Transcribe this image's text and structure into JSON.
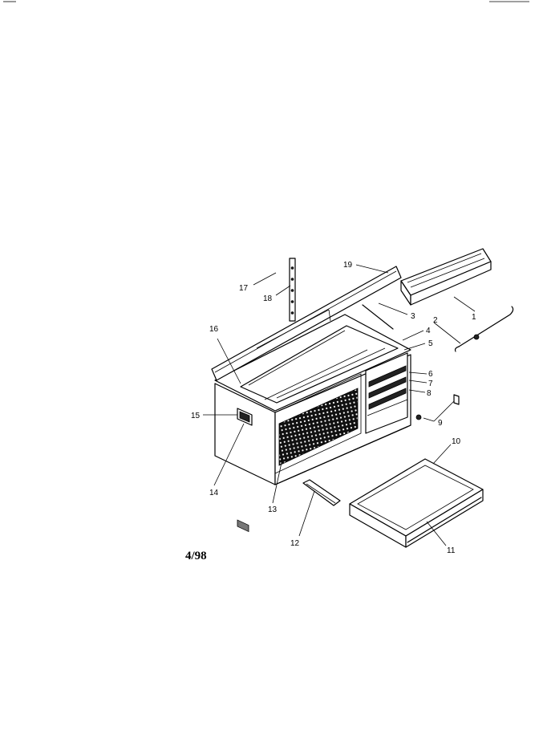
{
  "diagram": {
    "date_code": "4/98",
    "callouts": [
      {
        "id": "c1",
        "label": "1"
      },
      {
        "id": "c2",
        "label": "2"
      },
      {
        "id": "c3",
        "label": "3"
      },
      {
        "id": "c4",
        "label": "4"
      },
      {
        "id": "c5",
        "label": "5"
      },
      {
        "id": "c6",
        "label": "6"
      },
      {
        "id": "c7",
        "label": "7"
      },
      {
        "id": "c8",
        "label": "8"
      },
      {
        "id": "c9",
        "label": "9"
      },
      {
        "id": "c10",
        "label": "10"
      },
      {
        "id": "c11",
        "label": "11"
      },
      {
        "id": "c12",
        "label": "12"
      },
      {
        "id": "c13",
        "label": "13"
      },
      {
        "id": "c14",
        "label": "14"
      },
      {
        "id": "c15",
        "label": "15"
      },
      {
        "id": "c16",
        "label": "16"
      },
      {
        "id": "c17",
        "label": "17"
      },
      {
        "id": "c18",
        "label": "18"
      },
      {
        "id": "c19",
        "label": "19"
      }
    ]
  }
}
